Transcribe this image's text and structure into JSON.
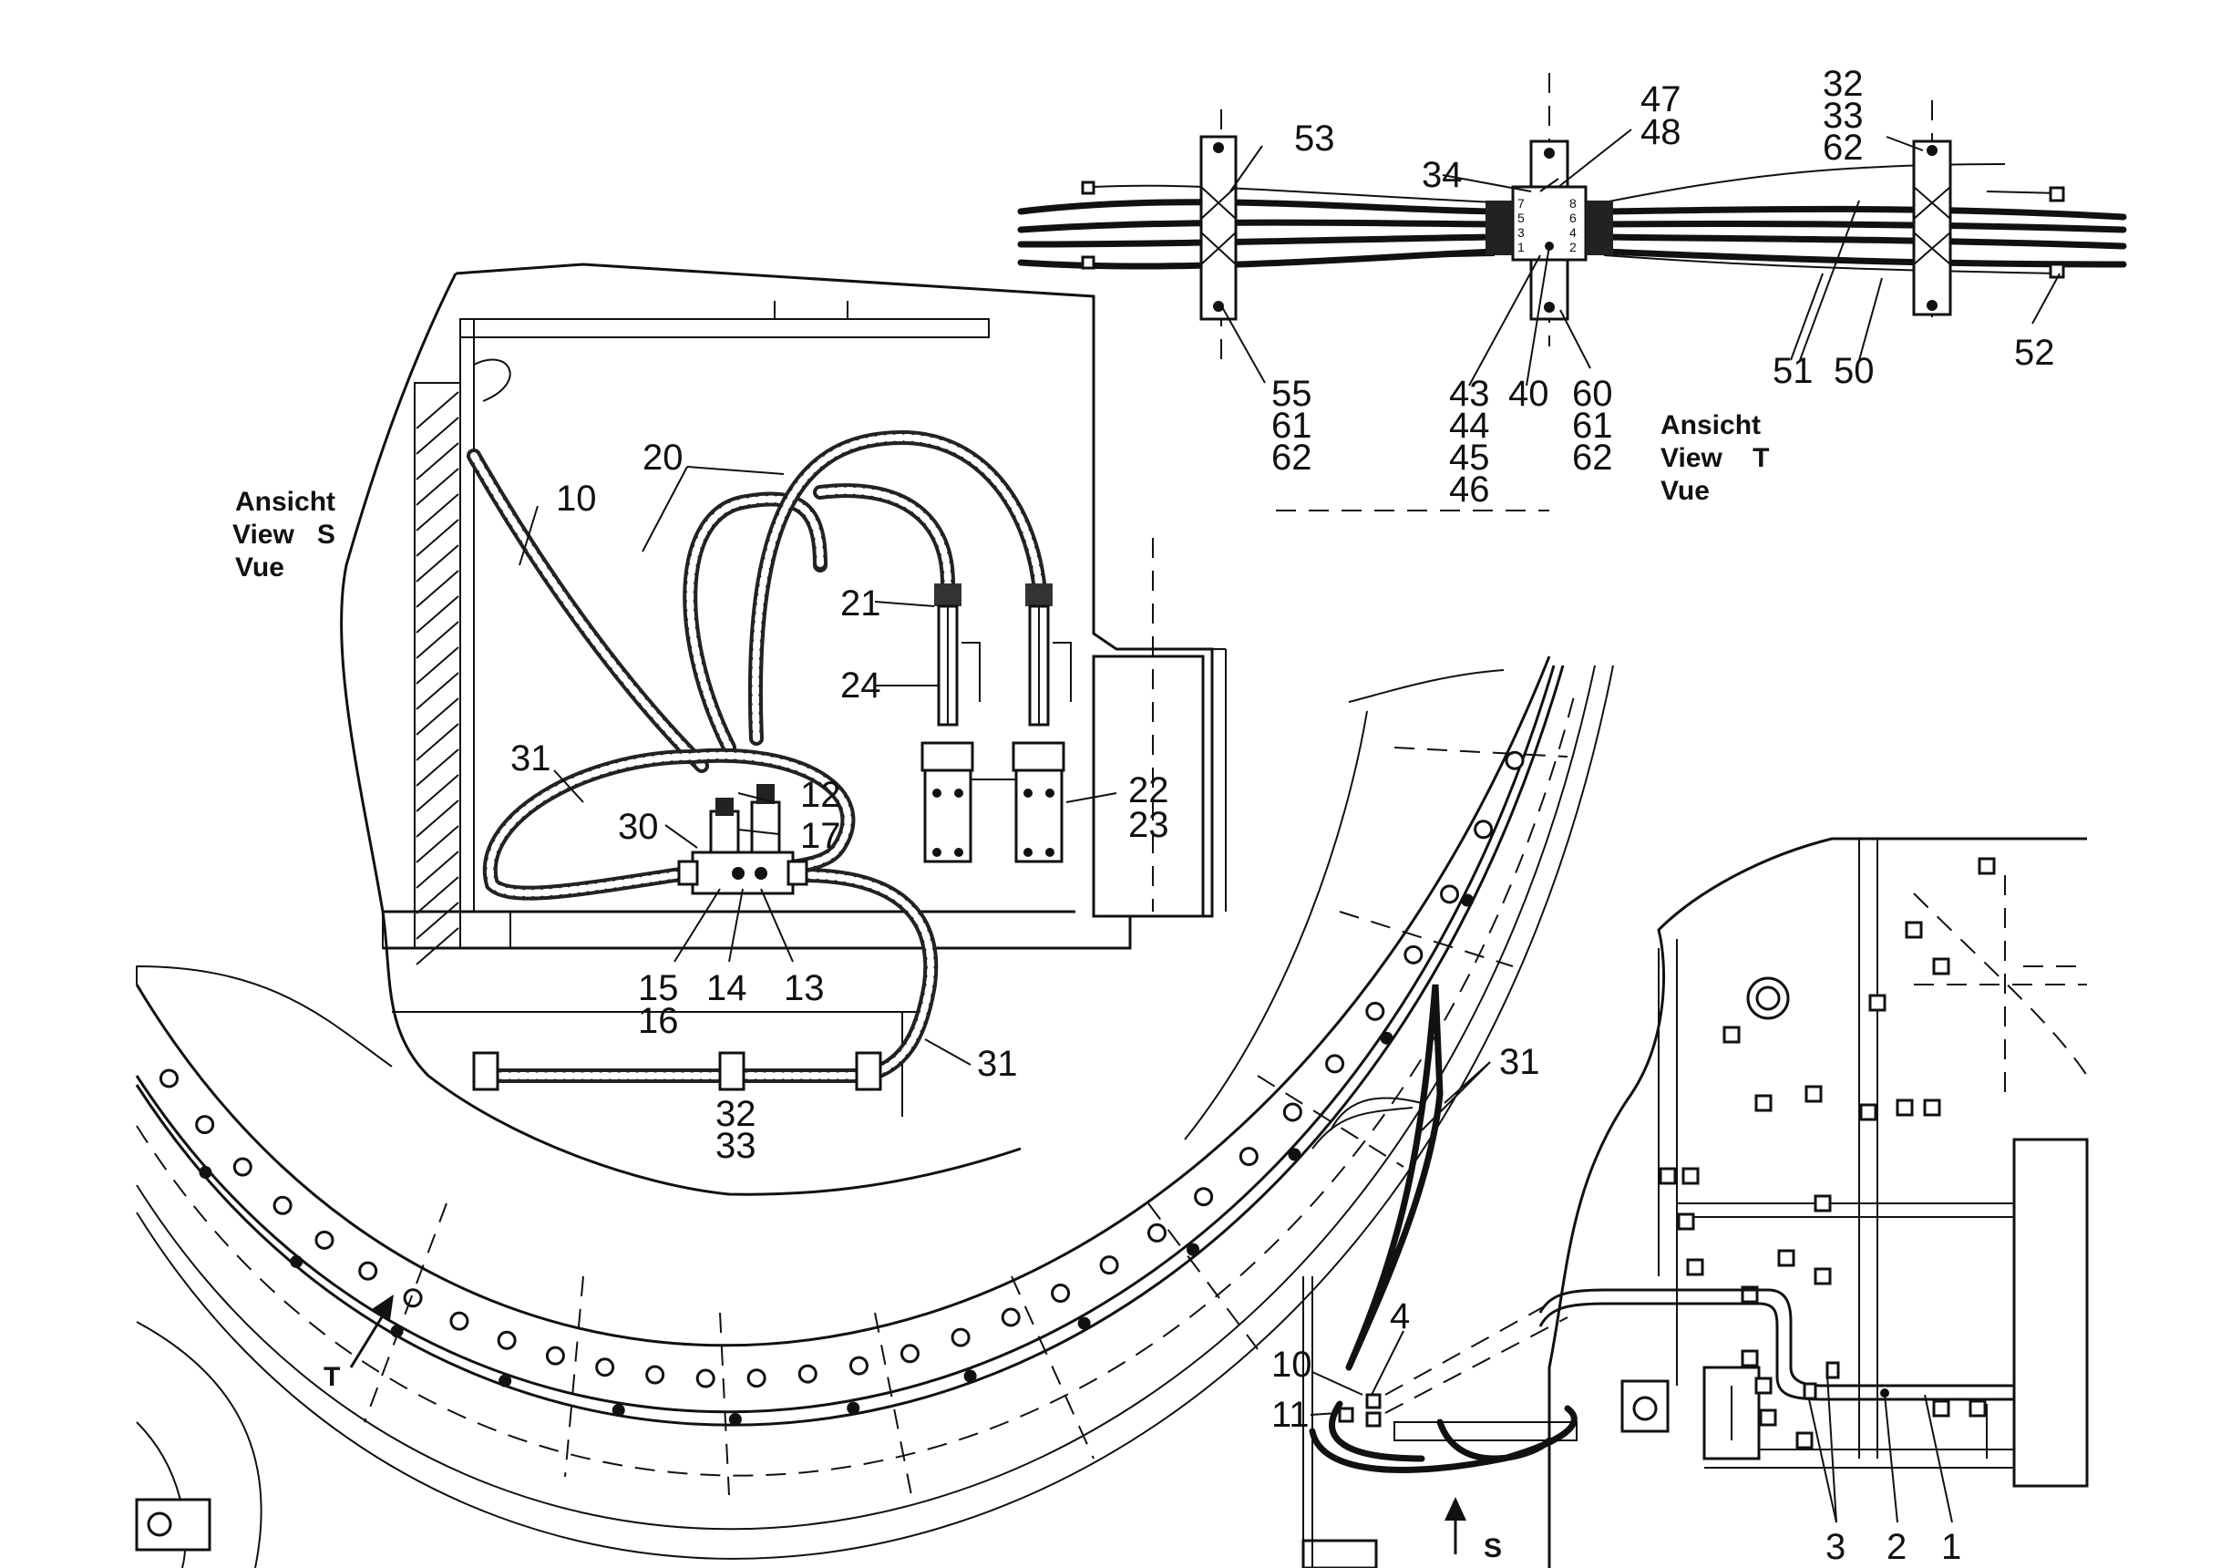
{
  "views": [
    {
      "id": "S",
      "lines": [
        "Ansicht",
        "View   S",
        "Vue"
      ]
    },
    {
      "id": "T",
      "lines": [
        "Ansicht",
        "View    T",
        "Vue"
      ]
    }
  ],
  "arrows": {
    "T": "T",
    "S": "S"
  },
  "callouts": {
    "c53": "53",
    "c47": "47",
    "c48": "48",
    "c34": "34",
    "c32t": "32",
    "c33t": "33",
    "c62t": "62",
    "c55": "55",
    "c61a": "61",
    "c62a": "62",
    "c43": "43",
    "c44": "44",
    "c45": "45",
    "c46": "46",
    "c40": "40",
    "c60": "60",
    "c61b": "61",
    "c62b": "62",
    "c51": "51",
    "c50": "50",
    "c52": "52",
    "c10": "10",
    "c20": "20",
    "c21": "21",
    "c24": "24",
    "c31a": "31",
    "c12": "12",
    "c30": "30",
    "c17": "17",
    "c22": "22",
    "c23": "23",
    "c15": "15",
    "c14": "14",
    "c13": "13",
    "c16": "16",
    "c31b": "31",
    "c32b": "32",
    "c33b": "33",
    "c31c": "31",
    "c4": "4",
    "c10b": "10",
    "c11": "11",
    "c3": "3",
    "c2": "2",
    "c1": "1"
  },
  "block_digits": {
    "left": [
      "7",
      "5",
      "3",
      "1"
    ],
    "right": [
      "8",
      "6",
      "4",
      "2"
    ]
  }
}
